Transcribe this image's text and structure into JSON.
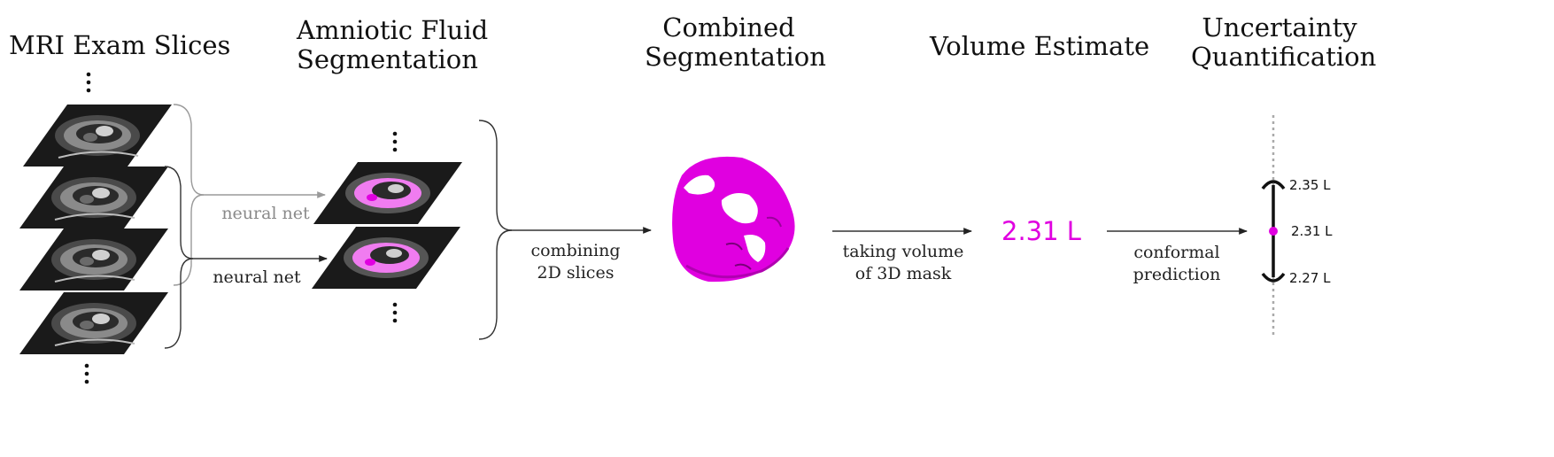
{
  "titles": {
    "mri": "MRI Exam Slices",
    "seg_line1": "Amniotic Fluid",
    "seg_line2": "Segmentation",
    "comb_line1": "Combined",
    "comb_line2": "Segmentation",
    "volume": "Volume Estimate",
    "unc_line1": "Uncertainty",
    "unc_line2": "Quantification"
  },
  "arrows": {
    "neural_net_top": "neural net",
    "neural_net_bottom": "neural net",
    "combining_line1": "combining",
    "combining_line2": "2D slices",
    "volume_line1": "taking volume",
    "volume_line2": "of 3D mask",
    "conformal_line1": "conformal",
    "conformal_line2": "prediction"
  },
  "volume_estimate": "2.31 L",
  "interval": {
    "upper": "2.35 L",
    "point": "2.31 L",
    "lower": "2.27 L"
  },
  "colors": {
    "segmentation": "#e000e0",
    "text": "#111111",
    "gray_arrow": "#9a9a9a"
  }
}
